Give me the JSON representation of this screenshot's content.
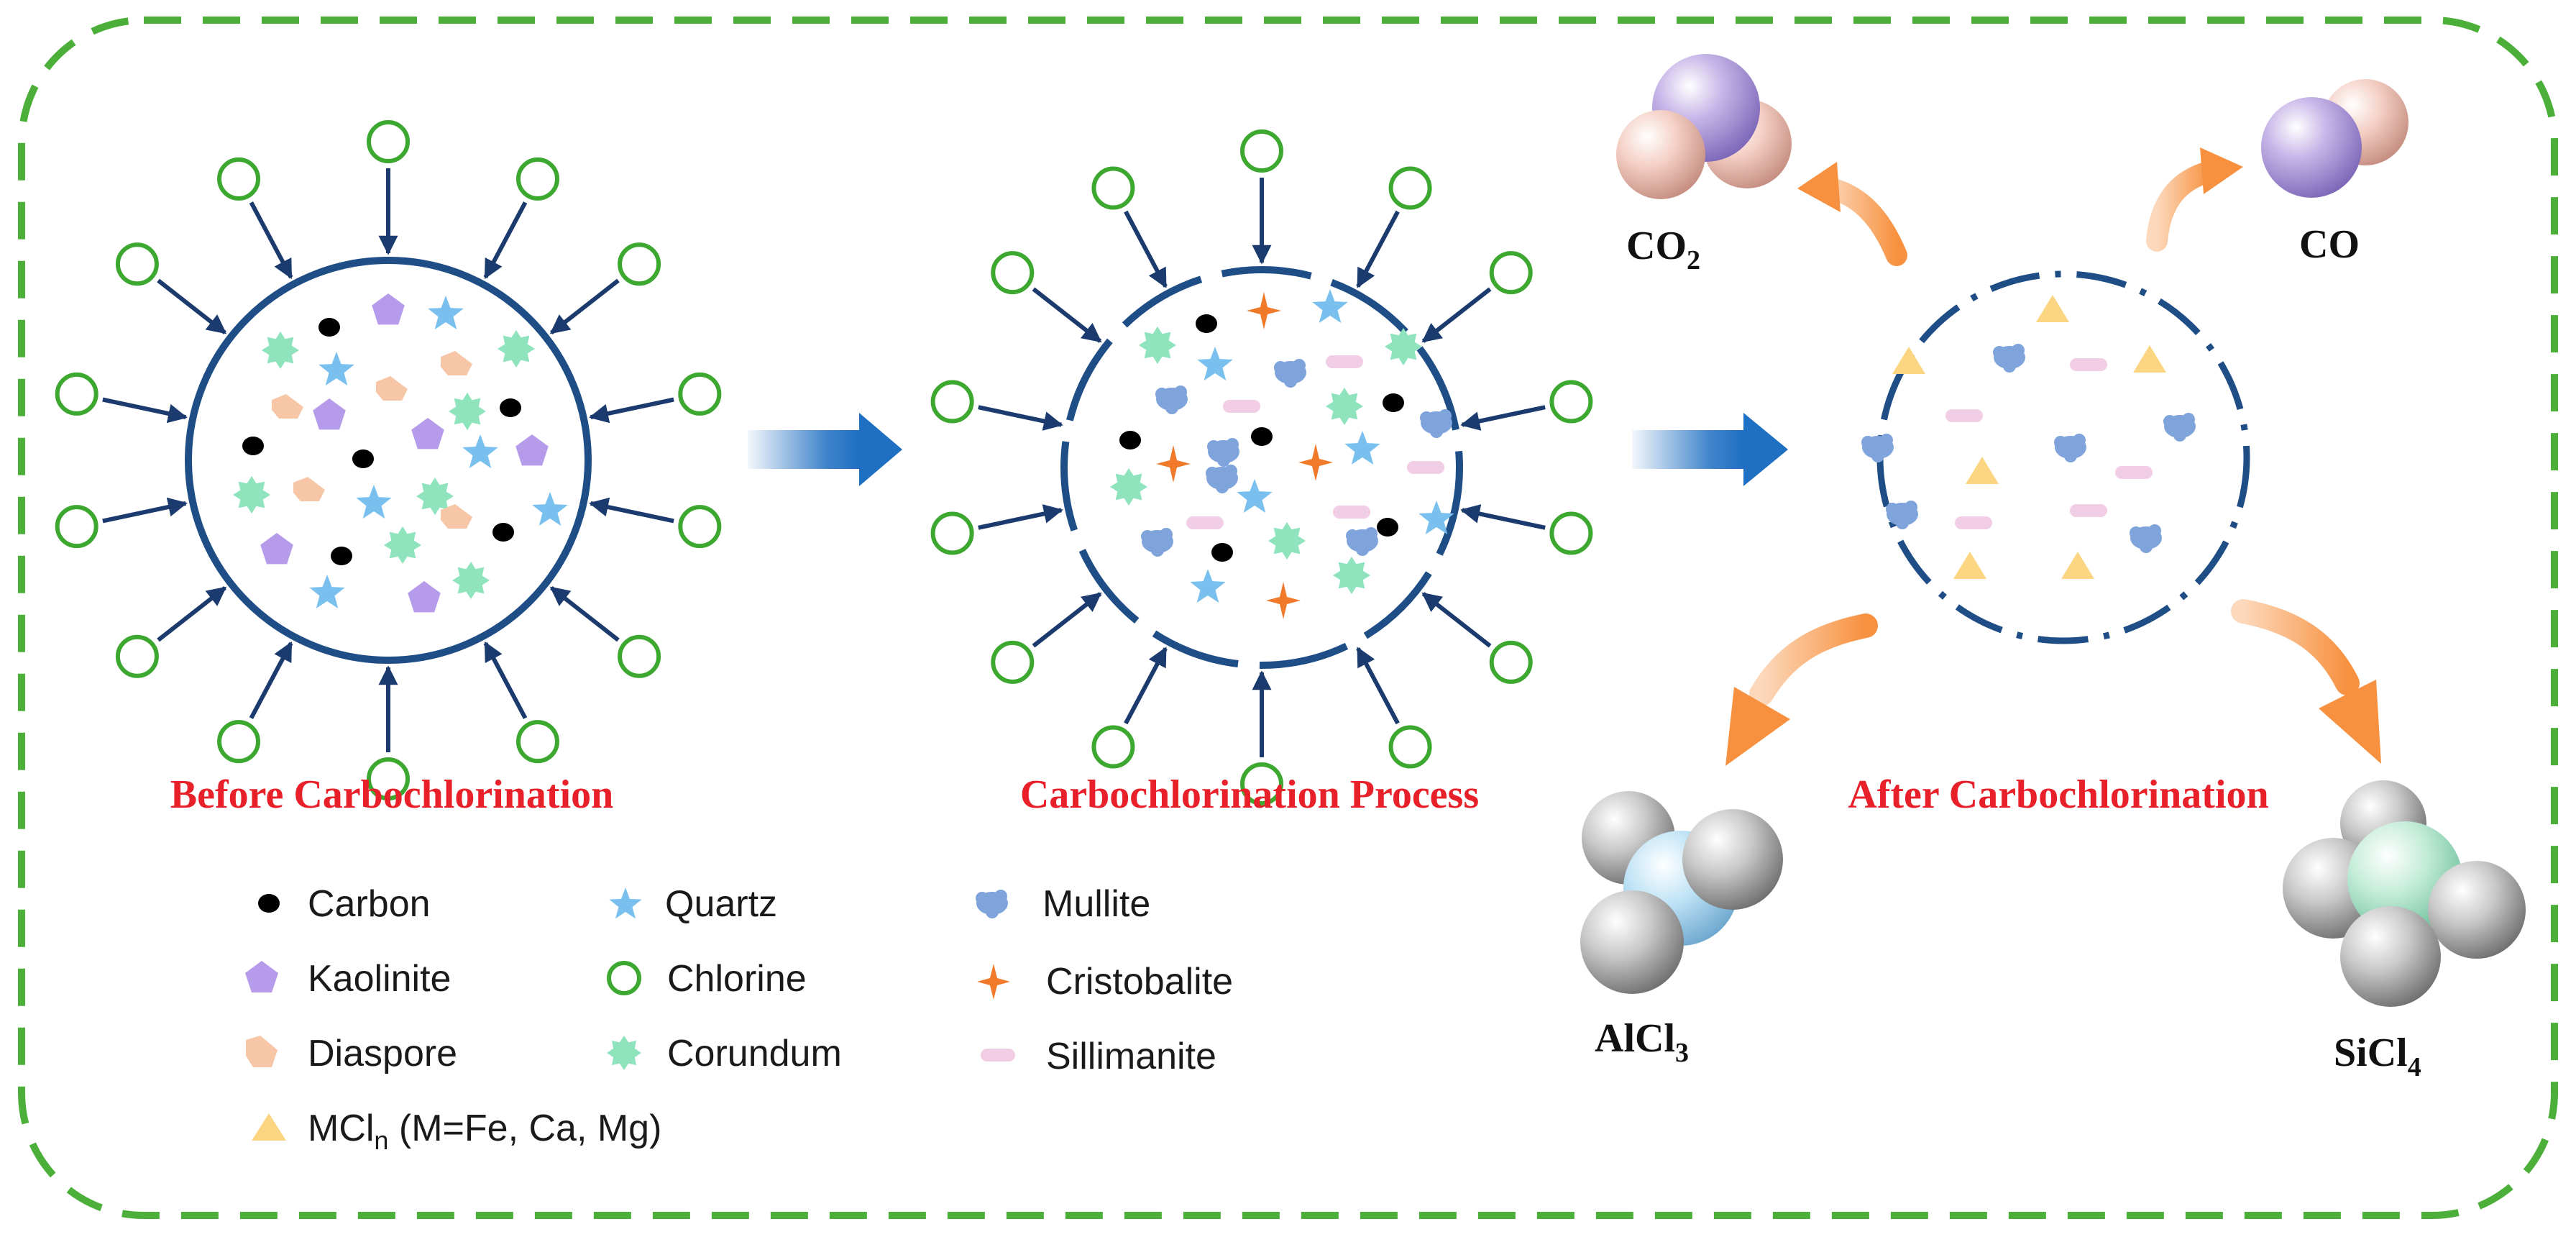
{
  "colors": {
    "border": "#4caf3a",
    "circle": "#1f4e86",
    "arrow_navy": "#1b3b6f",
    "chlorine": "#3da830",
    "carbon": "#000000",
    "kaolinite": "#b59bea",
    "diaspore": "#f7c6a6",
    "quartz": "#79c0ef",
    "corundum": "#8fe3bd",
    "mullite": "#7fa4dc",
    "cristobalite": "#f07a2a",
    "sillimanite": "#f2cde6",
    "mcln": "#fbd581",
    "flow_arrow": "#1f6fc2",
    "product_arrow": "#f7913f",
    "title_red": "#e8202a"
  },
  "stages": {
    "before": "Before Carbochlorination",
    "process": "Carbochlorination Process",
    "after": "After Carbochlorination"
  },
  "products": {
    "co2": {
      "main": "CO",
      "sub": "2"
    },
    "co": {
      "main": "CO"
    },
    "alcl3": {
      "main": "AlCl",
      "sub": "3"
    },
    "sicl4": {
      "main": "SiCl",
      "sub": "4"
    }
  },
  "legend": {
    "carbon": "Carbon",
    "quartz": "Quartz",
    "mullite": "Mullite",
    "kaolinite": "Kaolinite",
    "chlorine": "Chlorine",
    "cristobalite": "Cristobalite",
    "diaspore": "Diaspore",
    "corundum": "Corundum",
    "sillimanite": "Sillimanite",
    "mcln": {
      "main": "MCl",
      "sub": "n",
      "rest": " (M=Fe, Ca, Mg)"
    }
  }
}
